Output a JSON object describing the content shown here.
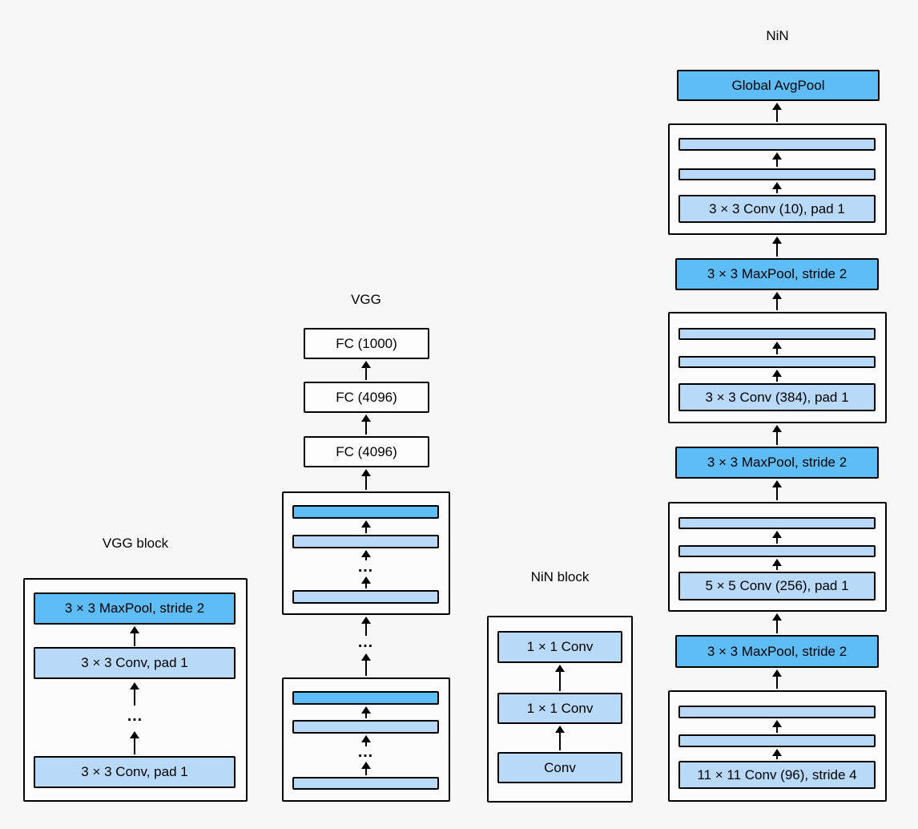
{
  "ellipsis": "…",
  "colors": {
    "page_background": "#f7f7f8",
    "container_fill": "#fcfcfc",
    "pool_blue": "#5ebdf6",
    "conv_blue": "#b9d9f8",
    "fc_fill": "#fdfdfd",
    "stroke": "#000000"
  },
  "vgg_block": {
    "title": "VGG block",
    "layers": [
      "3 × 3 MaxPool, stride 2",
      "3 × 3 Conv, pad 1",
      "3 × 3 Conv, pad 1"
    ]
  },
  "vgg": {
    "title": "VGG",
    "fc_layers": [
      "FC (1000)",
      "FC (4096)",
      "FC (4096)"
    ]
  },
  "nin_block": {
    "title": "NiN block",
    "layers": [
      "1 × 1 Conv",
      "1 × 1 Conv",
      "Conv"
    ]
  },
  "nin": {
    "title": "NiN",
    "head": "Global AvgPool",
    "maxpools": [
      "3 × 3 MaxPool, stride 2",
      "3 × 3 MaxPool, stride 2",
      "3 × 3 MaxPool, stride 2"
    ],
    "blocks": [
      {
        "conv": "3 × 3 Conv (10), pad 1"
      },
      {
        "conv": "3 × 3 Conv (384), pad 1"
      },
      {
        "conv": "5 × 5 Conv (256), pad 1"
      },
      {
        "conv": "11 × 11 Conv (96), stride 4"
      }
    ]
  }
}
